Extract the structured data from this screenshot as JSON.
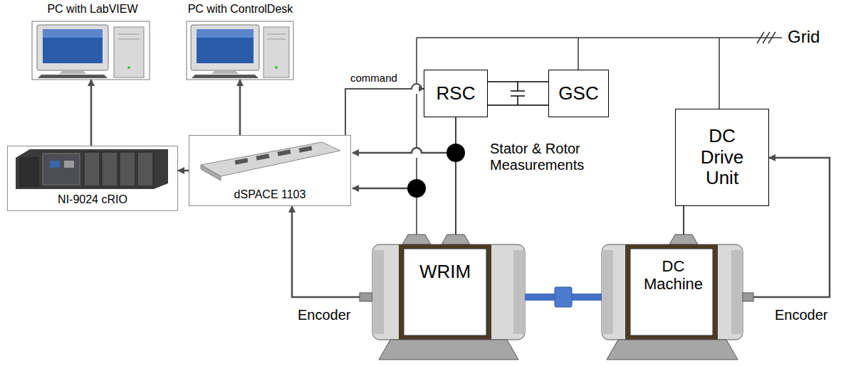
{
  "diagram": {
    "nodes": [
      {
        "text": [
          "PC with LabVIEW"
        ]
      },
      {
        "text": [
          "PC with ControlDesk"
        ]
      },
      {
        "text": [
          "RSC"
        ]
      },
      {
        "text": [
          "GSC"
        ]
      },
      {
        "text": [
          "NI-9024 cRIO"
        ]
      },
      {
        "text": [
          "dSPACE 1103"
        ]
      },
      {
        "text": [
          "DC Drive Unit"
        ]
      },
      {
        "text": [
          "WRIM"
        ]
      },
      {
        "text": [
          "DC Machine"
        ]
      }
    ],
    "edges": [
      {
        "from": 4,
        "to": 0,
        "arrow": "to"
      },
      {
        "from": 5,
        "to": 4,
        "arrow": "to"
      },
      {
        "from": 5,
        "to": 1,
        "arrow": "to"
      },
      {
        "from": 5,
        "to": 2,
        "arrow": "to",
        "label": "command"
      },
      {
        "from": 2,
        "to": 3,
        "arrow": "none"
      },
      {
        "from": 7,
        "to": 5,
        "arrow": "to"
      },
      {
        "from": 8,
        "to": 6,
        "arrow": "to"
      },
      {
        "from": 6,
        "to": 8,
        "arrow": "none"
      },
      {
        "from": 2,
        "to": 7,
        "arrow": "none"
      },
      {
        "from": 7,
        "to": 8,
        "arrow": "none"
      }
    ],
    "labels": [
      "Grid",
      "Stator & Rotor Measurements",
      "Encoder",
      "Encoder"
    ]
  }
}
